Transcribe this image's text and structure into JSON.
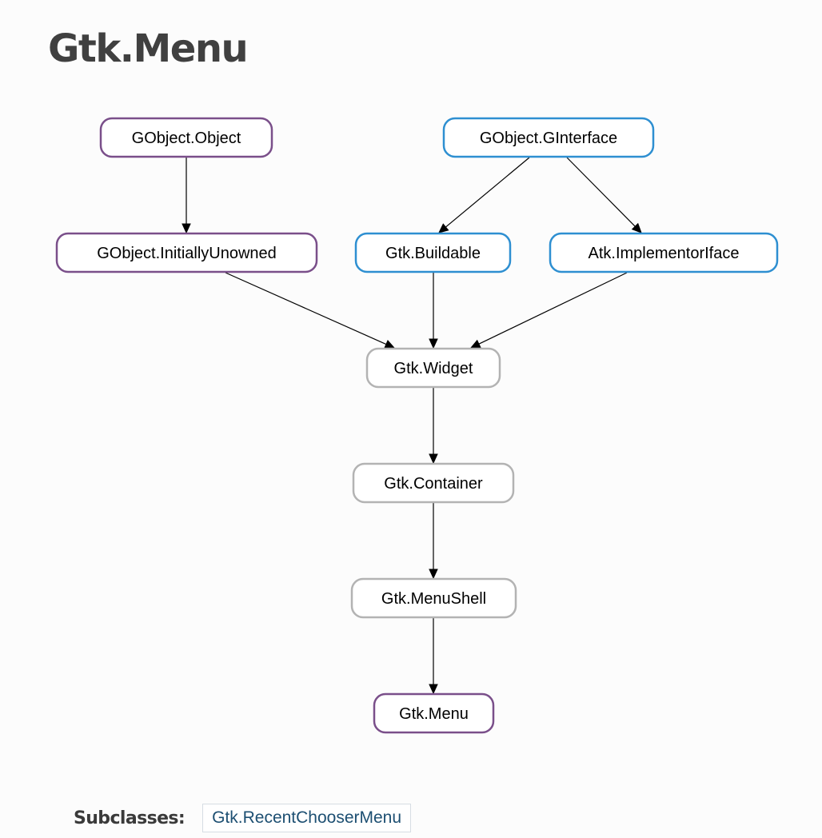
{
  "page": {
    "title": "Gtk.Menu"
  },
  "diagram": {
    "nodes": [
      {
        "id": "gobject_object",
        "label": "GObject.Object",
        "kind": "class"
      },
      {
        "id": "gobject_ginterface",
        "label": "GObject.GInterface",
        "kind": "interface"
      },
      {
        "id": "gobject_initiallyunowned",
        "label": "GObject.InitiallyUnowned",
        "kind": "class"
      },
      {
        "id": "gtk_buildable",
        "label": "Gtk.Buildable",
        "kind": "interface"
      },
      {
        "id": "atk_implementoriface",
        "label": "Atk.ImplementorIface",
        "kind": "interface"
      },
      {
        "id": "gtk_widget",
        "label": "Gtk.Widget",
        "kind": "gtype"
      },
      {
        "id": "gtk_container",
        "label": "Gtk.Container",
        "kind": "gtype"
      },
      {
        "id": "gtk_menushell",
        "label": "Gtk.MenuShell",
        "kind": "gtype"
      },
      {
        "id": "gtk_menu",
        "label": "Gtk.Menu",
        "kind": "class"
      }
    ],
    "edges": [
      {
        "from": "gobject_object",
        "to": "gobject_initiallyunowned"
      },
      {
        "from": "gobject_ginterface",
        "to": "gtk_buildable"
      },
      {
        "from": "gobject_ginterface",
        "to": "atk_implementoriface"
      },
      {
        "from": "gobject_initiallyunowned",
        "to": "gtk_widget"
      },
      {
        "from": "gtk_buildable",
        "to": "gtk_widget"
      },
      {
        "from": "atk_implementoriface",
        "to": "gtk_widget"
      },
      {
        "from": "gtk_widget",
        "to": "gtk_container"
      },
      {
        "from": "gtk_container",
        "to": "gtk_menushell"
      },
      {
        "from": "gtk_menushell",
        "to": "gtk_menu"
      }
    ],
    "colors": {
      "class_border": "#7a4f8a",
      "interface_border": "#2e8fd1",
      "gtype_border": "#b3b3b3",
      "edge": "#000000"
    }
  },
  "subclasses": {
    "label": "Subclasses:",
    "items": [
      "Gtk.RecentChooserMenu"
    ],
    "link_color": "#1d4f72"
  }
}
